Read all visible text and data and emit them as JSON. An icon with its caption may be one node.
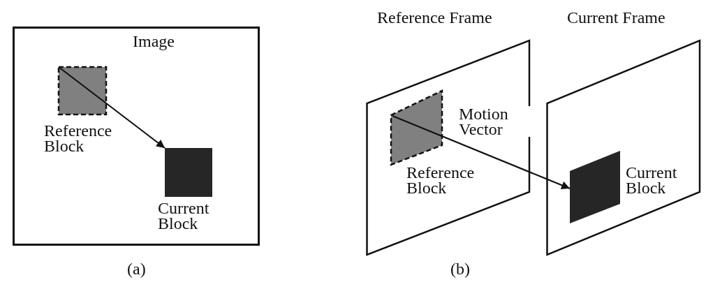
{
  "diagram": {
    "nodes": [
      {
        "text": [
          "Image"
        ]
      },
      {
        "text": [],
        "shape": "box",
        "in": 0,
        "beside": [
          "Reference Block"
        ]
      },
      {
        "text": [],
        "shape": "box",
        "in": 0,
        "beside": [
          "Current Block"
        ]
      },
      {
        "text": [
          "Reference Frame"
        ]
      },
      {
        "text": [],
        "shape": "box",
        "in": 3,
        "beside": [
          "Reference Block"
        ]
      },
      {
        "text": [
          "Current Frame"
        ]
      },
      {
        "text": [],
        "shape": "box",
        "in": 5,
        "beside": [
          "Current Block"
        ]
      }
    ],
    "edges": [
      {
        "from": 1,
        "to": 2,
        "arrow": "to"
      },
      {
        "from": 4,
        "to": 6,
        "arrow": "to",
        "label": "Motion Vector"
      }
    ],
    "labels": [
      "(a)",
      "(b)"
    ]
  }
}
